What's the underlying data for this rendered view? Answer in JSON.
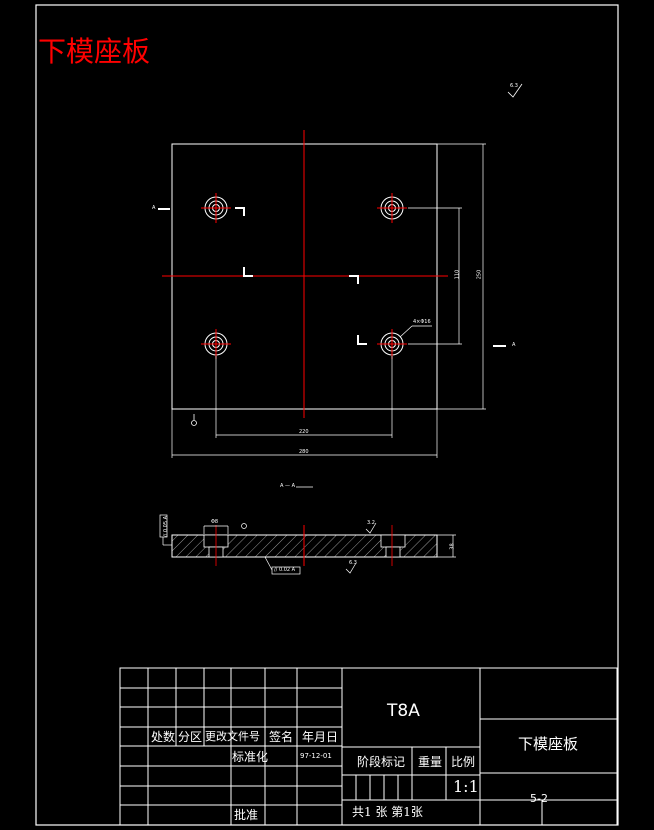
{
  "title": "下模座板",
  "views": {
    "plan": {
      "section_mark": "A",
      "dim_inner_height": "110",
      "dim_outer_height": "250",
      "dim_hole_spacing": "220",
      "dim_overall_width": "280",
      "hole_callout": "4×Φ16",
      "roughness": "6.3"
    },
    "section": {
      "label": "A — A",
      "counterbore_dim": "Φ8",
      "thickness_dim": "38",
      "roughness": "3.2",
      "roughness_2": "6.3",
      "flatness_tol": "// 0.02 A",
      "datum_tol": "// 0.05 A"
    }
  },
  "title_block": {
    "material": "T8A",
    "part_name": "下模座板",
    "scale": "1:1",
    "drawing_no": "5-2",
    "headers": {
      "chushu": "处数",
      "fenqu": "分区",
      "wenjian": "更改文件号",
      "qianming": "签名",
      "nianyueri": "年月日",
      "biaozhunhua": "标准化",
      "date": "97-12-01",
      "jieduan": "阶段标记",
      "zhongliang": "重量",
      "bili": "比例",
      "pizhun": "批准",
      "sheets": "共1  张 第1张"
    }
  }
}
